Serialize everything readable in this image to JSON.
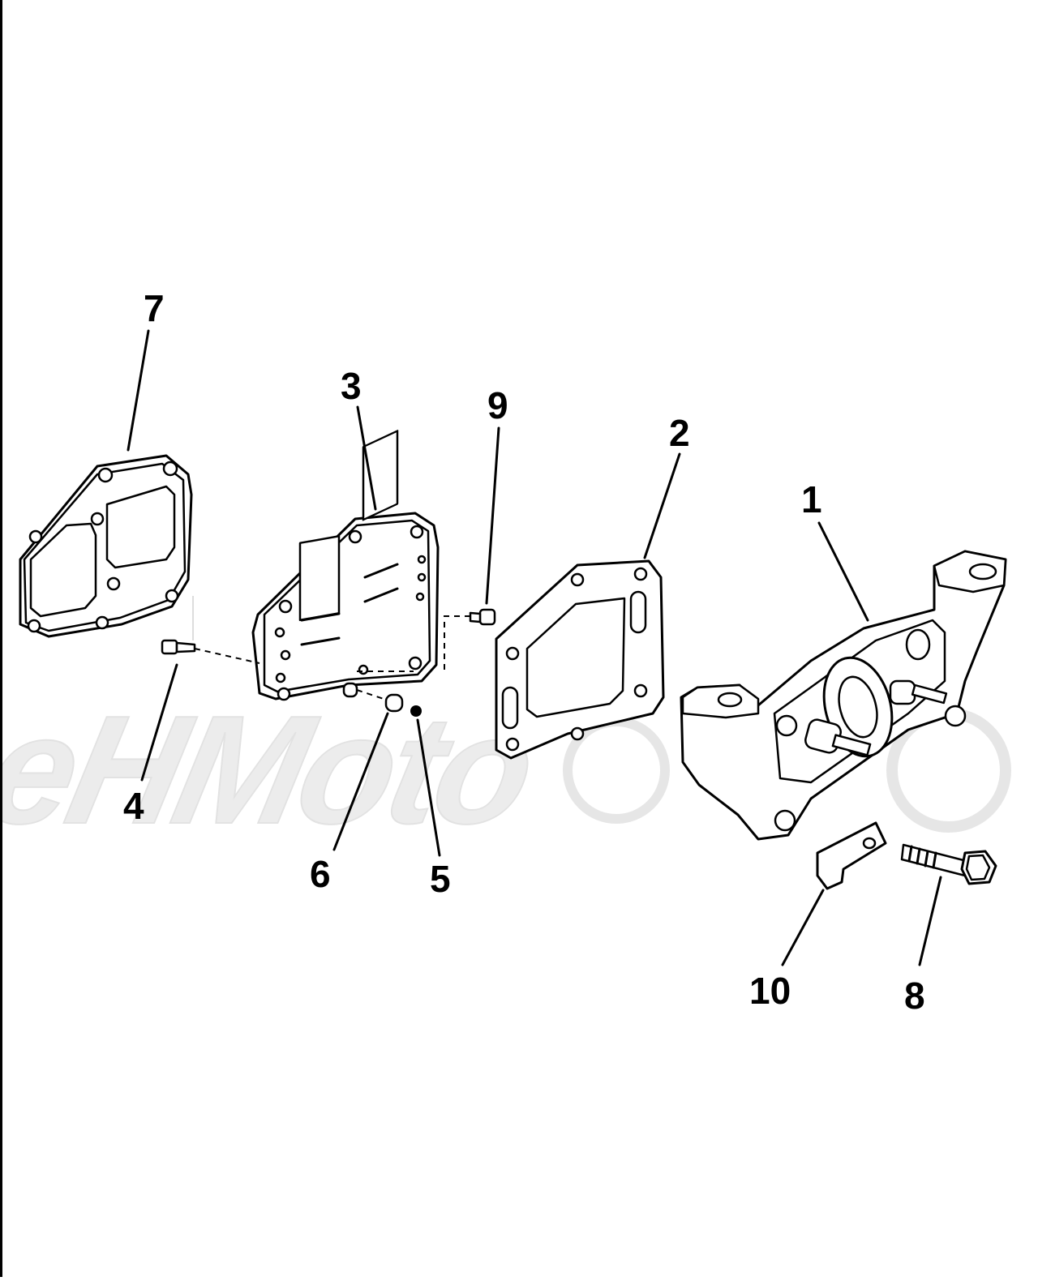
{
  "watermark": {
    "text": "AeHMoto"
  },
  "callouts": [
    {
      "id": "1",
      "label": "1"
    },
    {
      "id": "2",
      "label": "2"
    },
    {
      "id": "3",
      "label": "3"
    },
    {
      "id": "4",
      "label": "4"
    },
    {
      "id": "5",
      "label": "5"
    },
    {
      "id": "6",
      "label": "6"
    },
    {
      "id": "7",
      "label": "7"
    },
    {
      "id": "8",
      "label": "8"
    },
    {
      "id": "9",
      "label": "9"
    },
    {
      "id": "10",
      "label": "10"
    }
  ]
}
